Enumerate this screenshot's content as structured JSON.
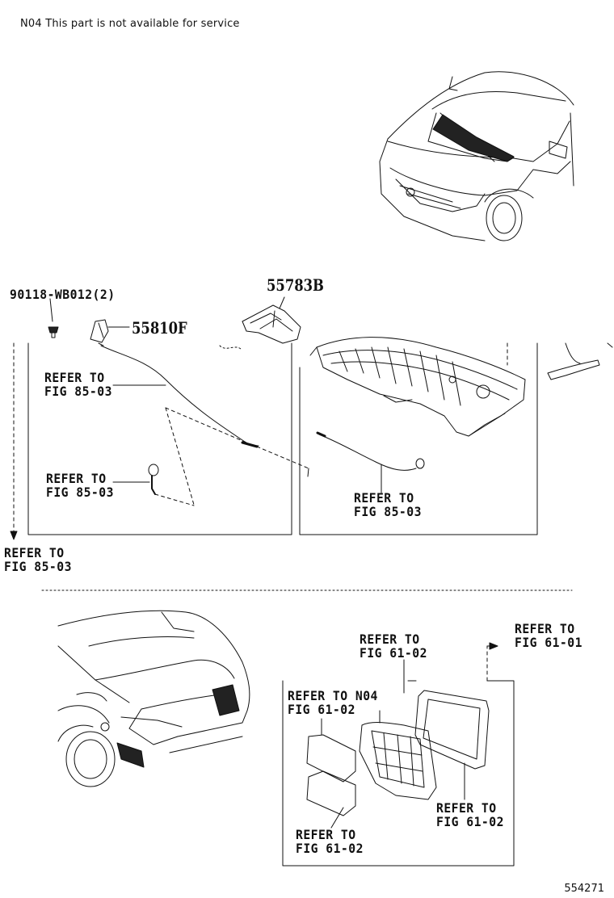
{
  "note": "N04 This part is not available for service",
  "parts": {
    "clip": "90118-WB012(2)",
    "cowl_top": "55783B",
    "hood_seal": "55810F"
  },
  "refs": {
    "r1_l1": "REFER TO",
    "r1_l2": "FIG 85-03",
    "r2_l1": "REFER TO",
    "r2_l2": "FIG 85-03",
    "r3_l1": "REFER TO",
    "r3_l2": "FIG 85-03",
    "r4_l1": "REFER TO",
    "r4_l2": "FIG 85-03",
    "r5_l1": "REFER TO",
    "r5_l2": "FIG 61-02",
    "r6_l1": "REFER TO",
    "r6_l2": "FIG 61-01",
    "r7_l1": "REFER TO N04",
    "r7_l2": "FIG 61-02",
    "r8_l1": "REFER TO",
    "r8_l2": "FIG 61-02",
    "r9_l1": "REFER TO",
    "r9_l2": "FIG 61-02"
  },
  "illustration_number": "554271"
}
